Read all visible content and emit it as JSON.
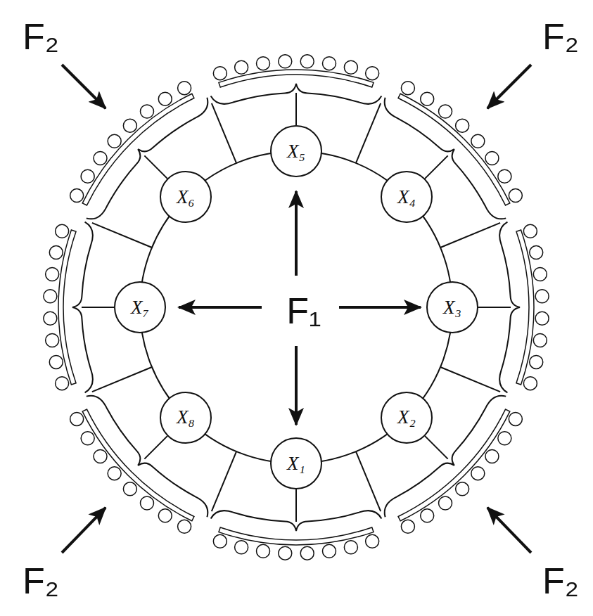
{
  "diagram": {
    "nodes": [
      {
        "text": [
          "X₅"
        ]
      },
      {
        "text": [
          "X₆"
        ]
      },
      {
        "text": [
          "X₄"
        ]
      },
      {
        "text": [
          "X₇"
        ]
      },
      {
        "text": [
          "X₃"
        ]
      },
      {
        "text": [
          "X₈"
        ]
      },
      {
        "text": [
          "X₂"
        ]
      },
      {
        "text": [
          "X₁"
        ]
      }
    ],
    "labels": [
      "F₂",
      "F₂",
      "F₁",
      "F₂",
      "F₂"
    ]
  }
}
